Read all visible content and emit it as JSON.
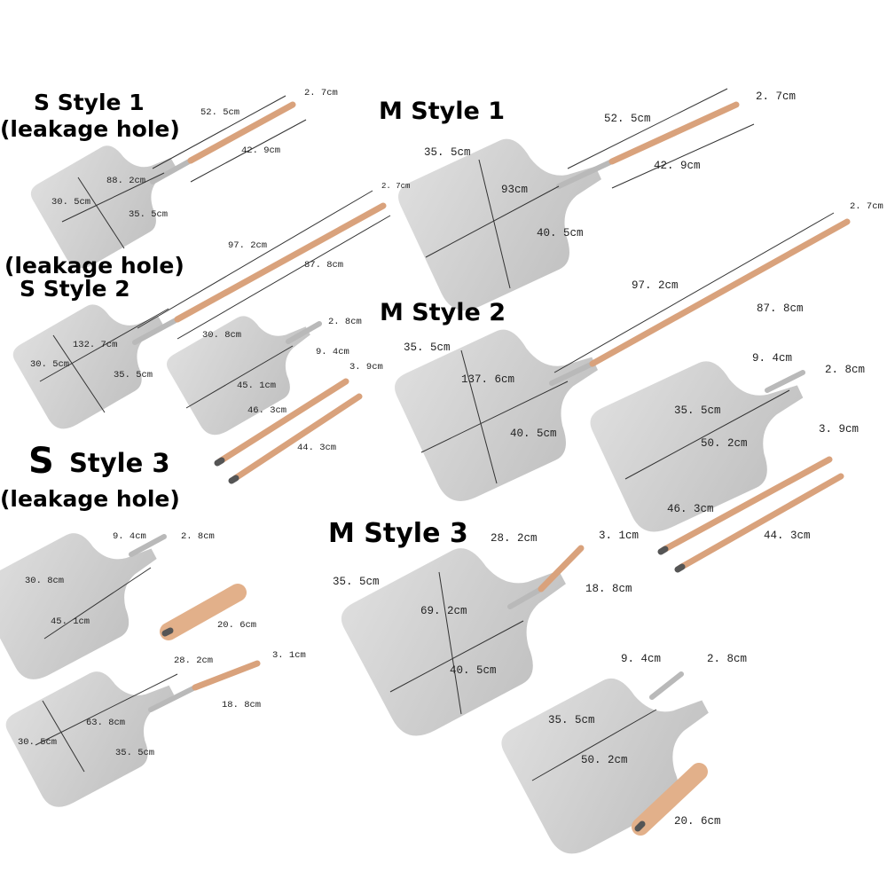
{
  "colors": {
    "blade": "#cfcfcf",
    "wood": "#d9a27c",
    "metal": "#b9b9b9",
    "line": "#333333"
  },
  "s1": {
    "title": "S Style 1",
    "sub": "(leakage hole)",
    "dims": [
      "52. 5cm",
      "2. 7cm",
      "42. 9cm",
      "88. 2cm",
      "30. 5cm",
      "35. 5cm"
    ]
  },
  "s2": {
    "sub": "(leakage hole)",
    "title": "S Style 2",
    "dims": [
      "2. 7cm",
      "97. 2cm",
      "87. 8cm",
      "132. 7cm",
      "30. 5cm",
      "35. 5cm",
      "2. 8cm",
      "30. 8cm",
      "9. 4cm",
      "3. 9cm",
      "45. 1cm",
      "46. 3cm",
      "44. 3cm"
    ]
  },
  "s3": {
    "title_letter": "S",
    "title": "Style 3",
    "sub": "(leakage hole)",
    "dims": [
      "9. 4cm",
      "2. 8cm",
      "30. 8cm",
      "45. 1cm",
      "20. 6cm",
      "28. 2cm",
      "3. 1cm",
      "63. 8cm",
      "18. 8cm",
      "30. 5cm",
      "35. 5cm"
    ]
  },
  "m1": {
    "title": "M Style 1",
    "dims": [
      "2. 7cm",
      "52. 5cm",
      "35. 5cm",
      "42. 9cm",
      "93cm",
      "40. 5cm"
    ]
  },
  "m2": {
    "title": "M Style 2",
    "dims": [
      "2. 7cm",
      "97. 2cm",
      "87. 8cm",
      "35. 5cm",
      "137. 6cm",
      "40. 5cm",
      "9. 4cm",
      "2. 8cm",
      "35. 5cm",
      "50. 2cm",
      "3. 9cm",
      "46. 3cm",
      "44. 3cm"
    ]
  },
  "m3": {
    "title": "M Style 3",
    "dims": [
      "28. 2cm",
      "3. 1cm",
      "35. 5cm",
      "69. 2cm",
      "18. 8cm",
      "40. 5cm",
      "9. 4cm",
      "2. 8cm",
      "35. 5cm",
      "50. 2cm",
      "20. 6cm"
    ]
  }
}
